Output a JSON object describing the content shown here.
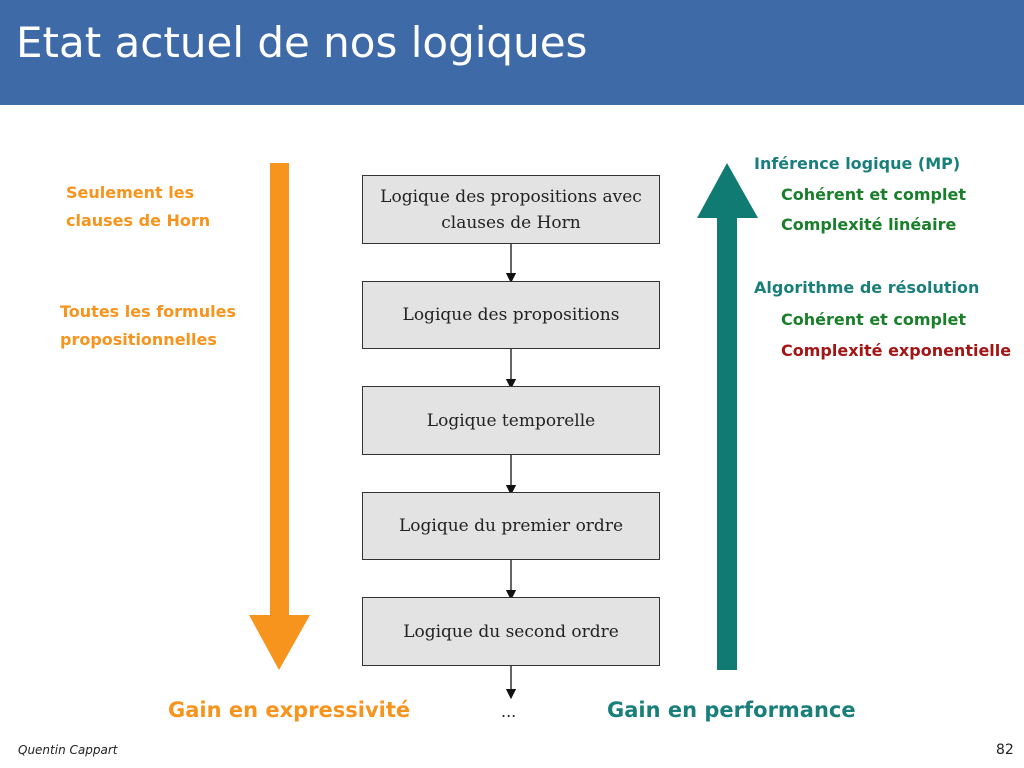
{
  "slide": {
    "title": "Etat actuel de nos logiques",
    "author": "Quentin Cappart",
    "page_number": "82"
  },
  "expressivity": {
    "label_horn": "Seulement les\nclauses de Horn",
    "label_all": "Toutes les formules\npropositionnelles",
    "gain_label": "Gain en expressivité",
    "color": "#f7941d"
  },
  "boxes": [
    {
      "label": "Logique des propositions avec\nclauses de Horn"
    },
    {
      "label": "Logique des propositions"
    },
    {
      "label": "Logique temporelle"
    },
    {
      "label": "Logique du premier ordre"
    },
    {
      "label": "Logique du second ordre"
    }
  ],
  "ellipsis": "...",
  "performance": {
    "inference_heading": "Inférence logique (MP)",
    "inference_items": [
      "Cohérent et complet",
      "Complexité linéaire"
    ],
    "resolution_heading": "Algorithme de résolution",
    "resolution_items": [
      "Cohérent et complet",
      "Complexité exponentielle"
    ],
    "gain_label": "Gain en performance",
    "color": "#107a72"
  }
}
